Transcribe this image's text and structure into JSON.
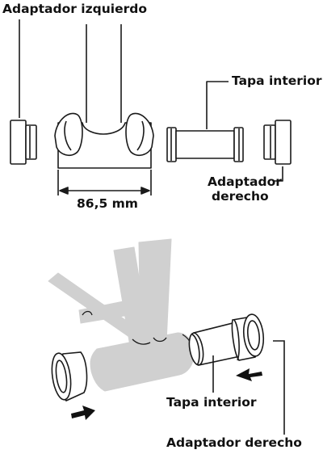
{
  "labels": {
    "left_adapter": "Adaptador izquierdo",
    "inner_cap_top": "Tapa interior",
    "right_adapter_top_line1": "Adaptador",
    "right_adapter_top_line2": "derecho",
    "dimension": "86,5 mm",
    "inner_cap_bottom": "Tapa interior",
    "right_adapter_bottom": "Adaptador derecho"
  },
  "colors": {
    "line": "#1a1a1a",
    "frame_fill": "#d0d0d0",
    "part_fill": "#ffffff",
    "arrow": "#111111"
  }
}
